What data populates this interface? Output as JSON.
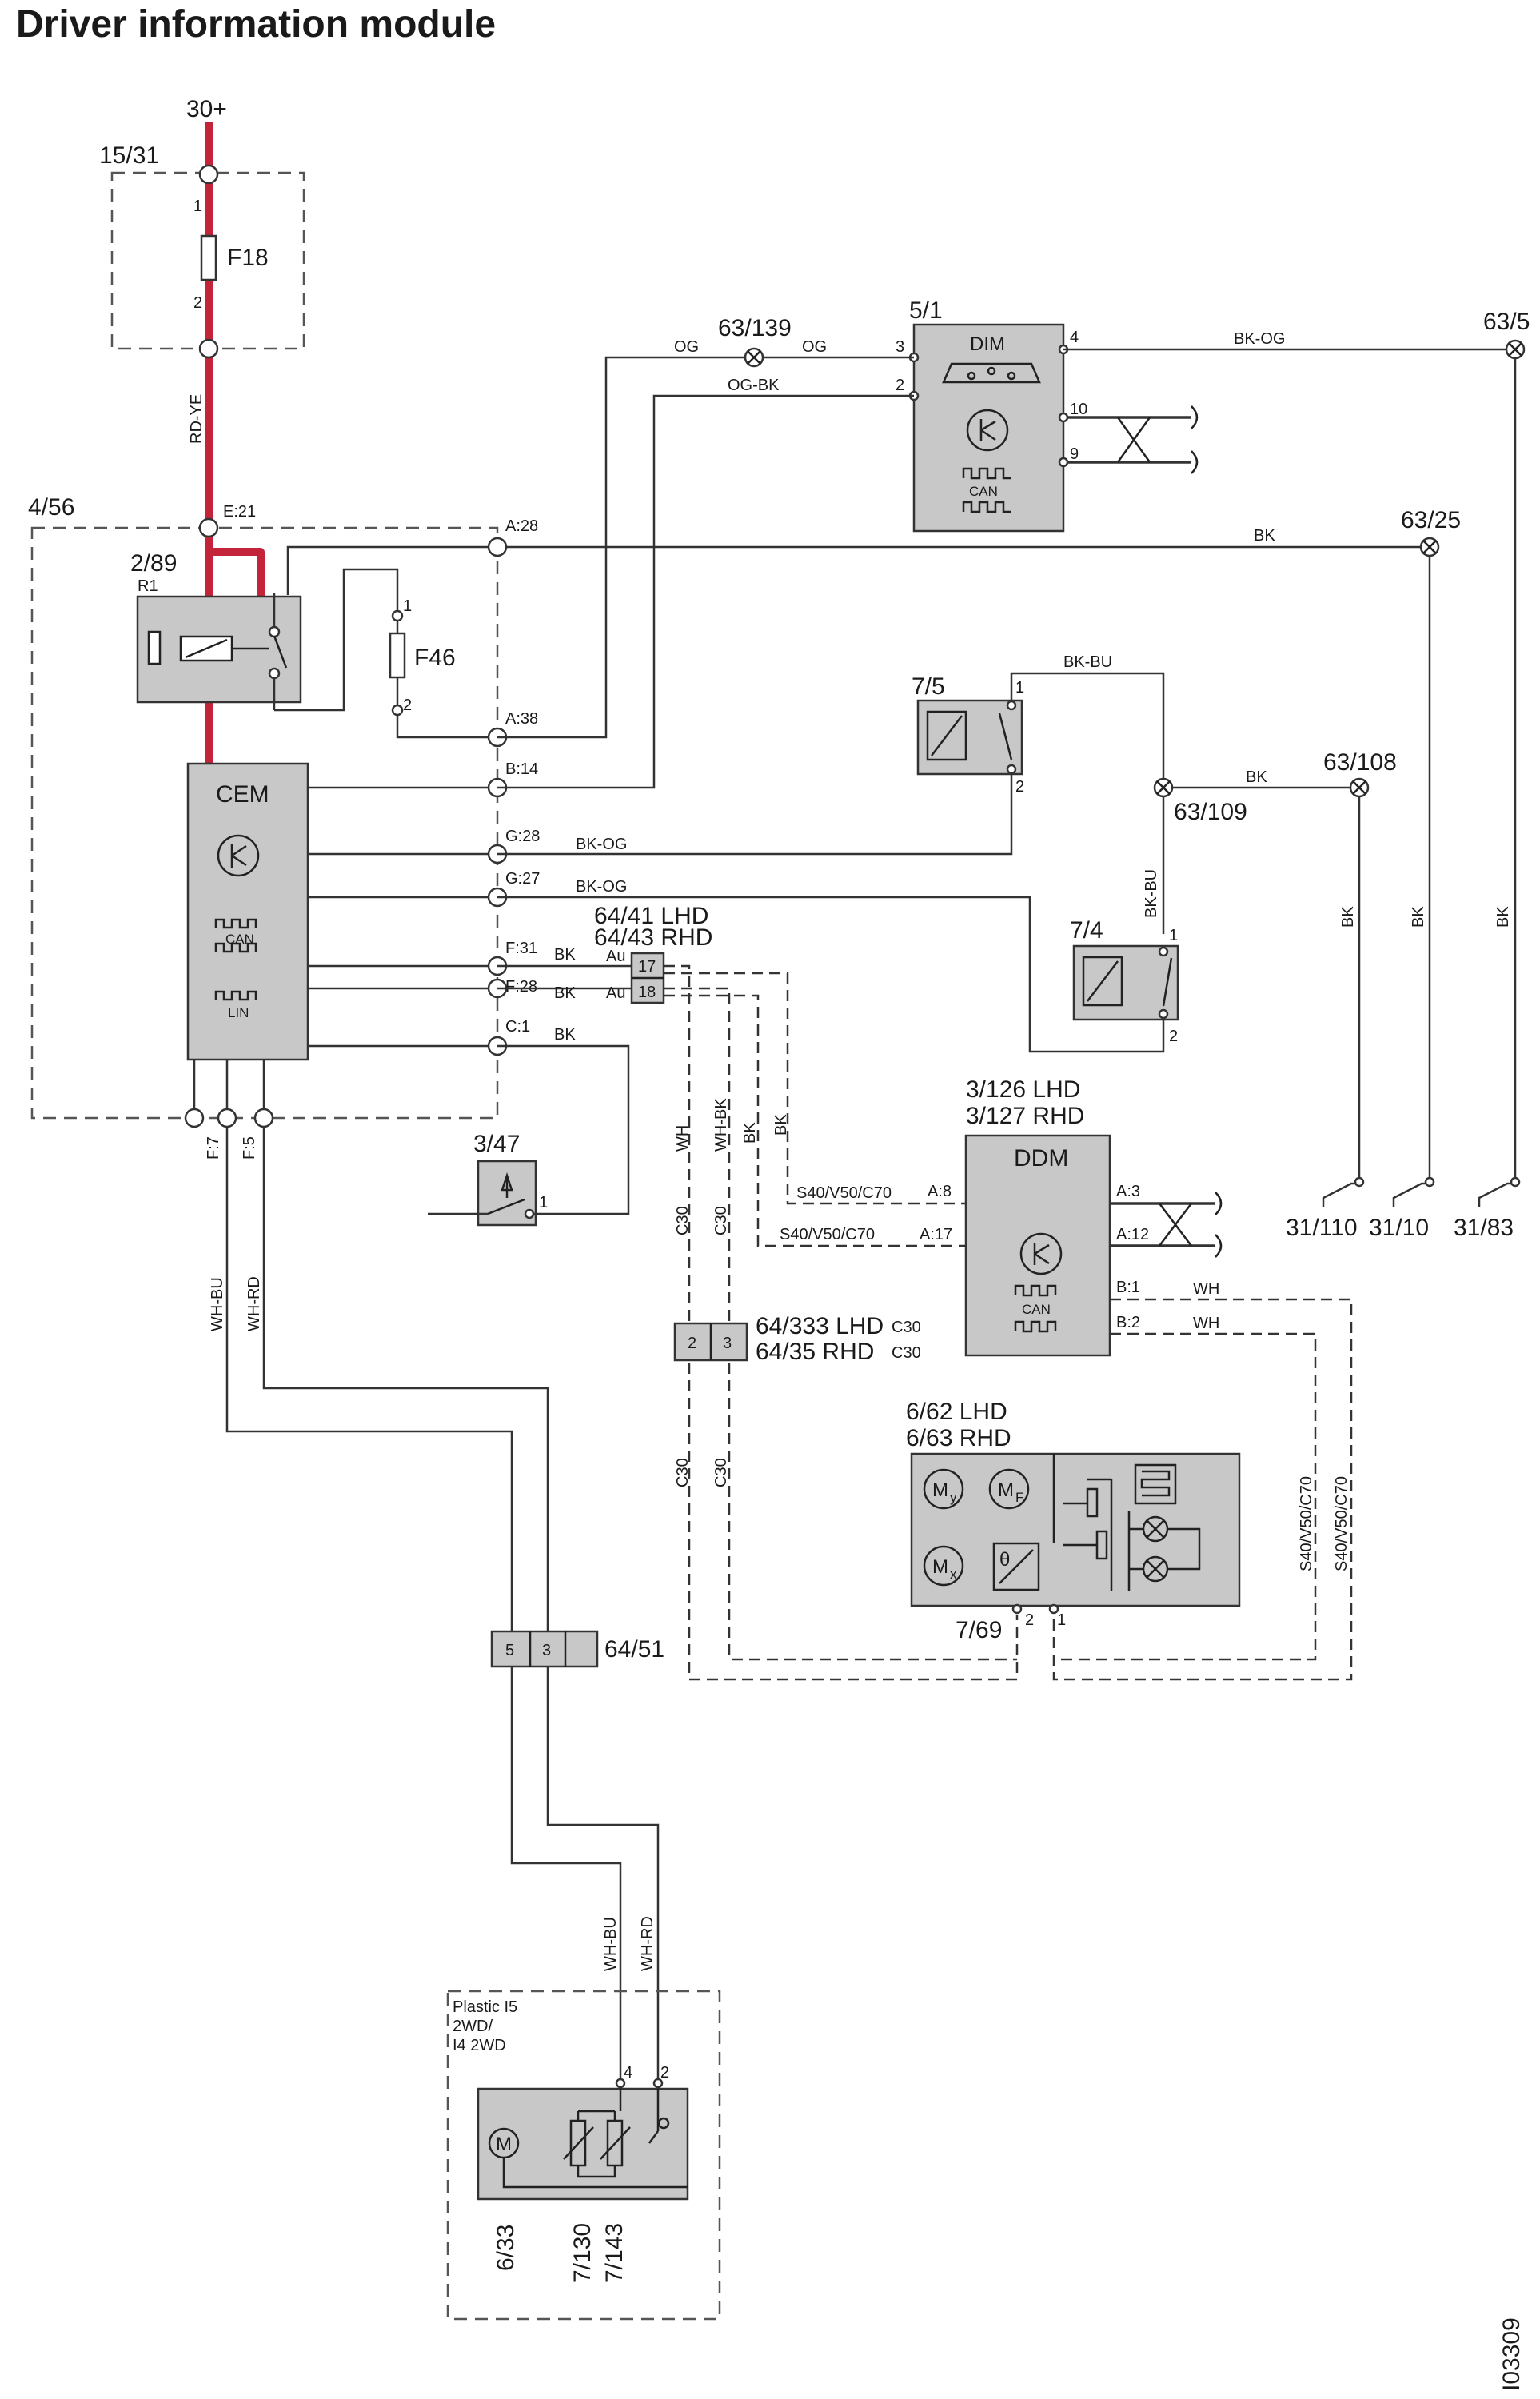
{
  "title": "Driver information module",
  "figure_id": "I03309",
  "supply": {
    "label": "30+",
    "terminal": "15/31",
    "fuse": "F18",
    "pin1": "1",
    "pin2": "2",
    "wire": "RD-YE"
  },
  "cem": {
    "frame_label": "4/56",
    "label": "CEM",
    "relay_id": "2/89",
    "relay_label": "R1",
    "fuse": "F46",
    "fuse_pin1": "1",
    "fuse_pin2": "2",
    "can_label": "CAN",
    "lin_label": "LIN",
    "pins": [
      "E:21",
      "A:28",
      "A:38",
      "B:14",
      "G:28",
      "G:27",
      "F:31",
      "F:28",
      "C:1",
      "F:7",
      "F:5"
    ]
  },
  "dim": {
    "id": "5/1",
    "label": "DIM",
    "can_label": "CAN",
    "pins": [
      "3",
      "2",
      "4",
      "10",
      "9"
    ]
  },
  "splices": {
    "s63_139": "63/139",
    "s63_5": "63/5",
    "s63_25": "63/25",
    "s63_108": "63/108",
    "s63_109": "63/109"
  },
  "wires": {
    "og": "OG",
    "og_bk": "OG-BK",
    "bk_og": "BK-OG",
    "bk": "BK",
    "bk_bu": "BK-BU",
    "wh": "WH",
    "wh_bk": "WH-BK",
    "wh_bu": "WH-BU",
    "wh_rd": "WH-RD"
  },
  "switch_7_5": {
    "id": "7/5",
    "pin1": "1",
    "pin2": "2"
  },
  "switch_7_4": {
    "id": "7/4",
    "pin1": "1",
    "pin2": "2"
  },
  "connector_64_41": {
    "line1": "64/41 LHD",
    "line2": "64/43 RHD",
    "pins": [
      "17",
      "18"
    ],
    "au": "Au"
  },
  "switch_3_47": {
    "id": "3/47",
    "pin1": "1"
  },
  "ddm": {
    "line1": "3/126 LHD",
    "line2": "3/127 RHD",
    "label": "DDM",
    "can_label": "CAN",
    "pins": [
      "A:8",
      "A:17",
      "A:3",
      "A:12",
      "B:1",
      "B:2"
    ],
    "model_note": "S40/V50/C70"
  },
  "variant_c30": "C30",
  "connector_64_333": {
    "line1": "64/333 LHD",
    "line2": "64/35 RHD",
    "note": "C30",
    "pins": [
      "2",
      "3"
    ]
  },
  "mirror": {
    "line1": "6/62 LHD",
    "line2": "6/63  RHD",
    "sensor_id": "7/69",
    "pins": [
      "2",
      "1"
    ],
    "my": "M",
    "my_sub": "y",
    "mf": "M",
    "mf_sub": "F",
    "mx": "M",
    "mx_sub": "x",
    "theta": "θ"
  },
  "connector_64_51": {
    "id": "64/51",
    "pins": [
      "5",
      "3"
    ]
  },
  "grounds": [
    "31/110",
    "31/10",
    "31/83"
  ],
  "plastic": {
    "line1": "Plastic I5",
    "line2": "2WD/",
    "line3": "I4 2WD",
    "pins": [
      "4",
      "2"
    ],
    "motor": "M",
    "ids": [
      "6/33",
      "7/130",
      "7/143"
    ]
  }
}
